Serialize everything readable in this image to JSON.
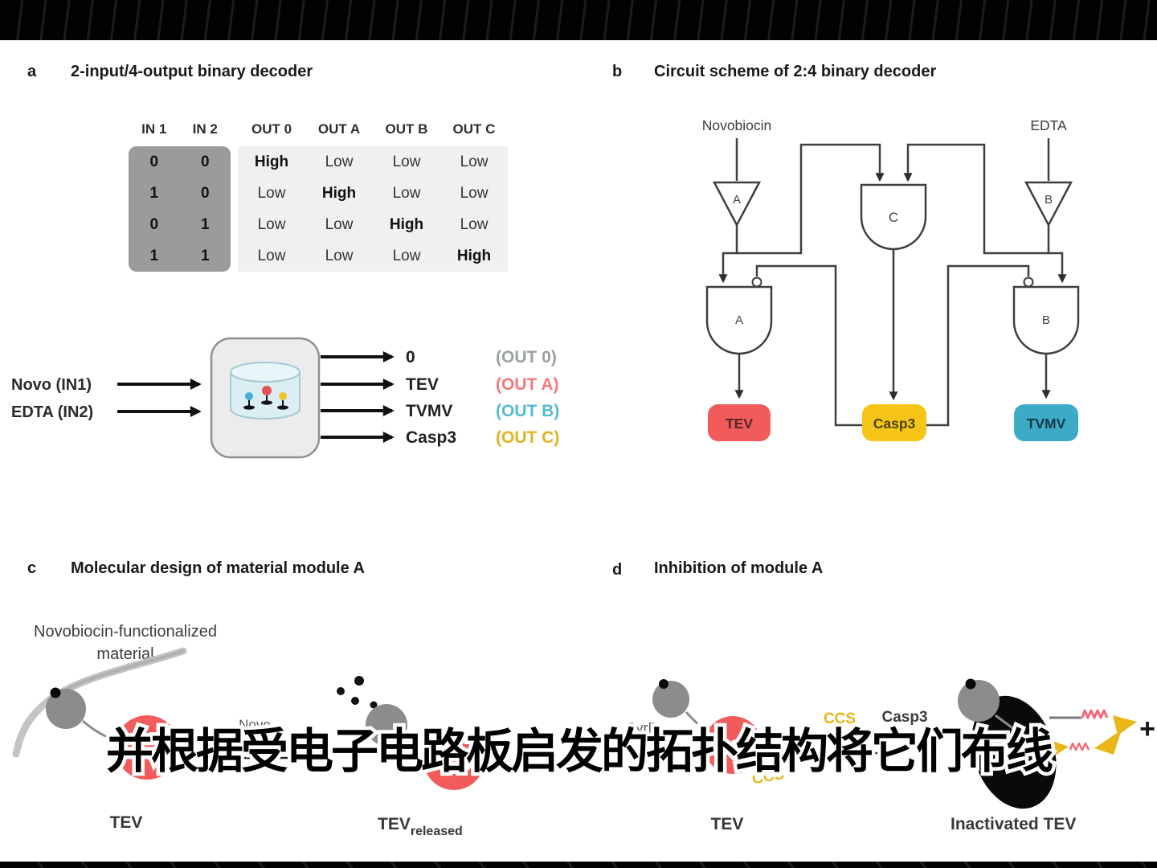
{
  "subtitle_text": "并根据受电子电路板启发的拓扑结构将它们布线",
  "colors": {
    "tev_red": "#f15b5b",
    "casp3_yellow": "#f6c517",
    "tvmv_blue": "#3dabc7",
    "out0_gray": "#9aa0a3",
    "outA_red": "#f4787d",
    "outB_blue": "#55bbd5",
    "outC_yellow": "#e0b420",
    "ccs_yellow": "#e8b616",
    "blob_gray": "#8c8c8c"
  },
  "panel_a": {
    "label": "a",
    "title": "2-input/4-output binary decoder",
    "table": {
      "headers": [
        "IN 1",
        "IN 2",
        "OUT 0",
        "OUT A",
        "OUT B",
        "OUT C"
      ],
      "rows": [
        {
          "in": [
            "0",
            "0"
          ],
          "out": [
            "High",
            "Low",
            "Low",
            "Low"
          ]
        },
        {
          "in": [
            "1",
            "0"
          ],
          "out": [
            "Low",
            "High",
            "Low",
            "Low"
          ]
        },
        {
          "in": [
            "0",
            "1"
          ],
          "out": [
            "Low",
            "Low",
            "High",
            "Low"
          ]
        },
        {
          "in": [
            "1",
            "1"
          ],
          "out": [
            "Low",
            "Low",
            "Low",
            "High"
          ]
        }
      ]
    },
    "decoder": {
      "input1": "Novo (IN1)",
      "input2": "EDTA (IN2)",
      "outputs": [
        {
          "name": "0",
          "tag": "(OUT 0)",
          "color": "#9aa0a3"
        },
        {
          "name": "TEV",
          "tag": "(OUT A)",
          "color": "#f4787d"
        },
        {
          "name": "TVMV",
          "tag": "(OUT B)",
          "color": "#55bbd5"
        },
        {
          "name": "Casp3",
          "tag": "(OUT C)",
          "color": "#e0b420"
        }
      ]
    }
  },
  "panel_b": {
    "label": "b",
    "title": "Circuit scheme of 2:4 binary decoder",
    "input_left": "Novobiocin",
    "input_right": "EDTA",
    "buffer_left": "A",
    "buffer_right": "B",
    "gate_left": "A",
    "gate_center": "C",
    "gate_right": "B",
    "out_left": {
      "name": "TEV",
      "fill": "#f15b5b",
      "text_color": "#54262a"
    },
    "out_center": {
      "name": "Casp3",
      "fill": "#f6c517",
      "text_color": "#4e430e"
    },
    "out_right": {
      "name": "TVMV",
      "fill": "#3dabc7",
      "text_color": "#11394a"
    }
  },
  "panel_c": {
    "label": "c",
    "title": "Molecular design of material module A",
    "material_label_1": "Novobiocin-functionalized",
    "material_label_2": "material",
    "novo": "Novo",
    "left_caption": "TEV",
    "right_caption_base": "TEV",
    "right_caption_sub": "released"
  },
  "panel_d": {
    "label": "d",
    "title": "Inhibition of module A",
    "gyrb": "GyrB",
    "ccs_top": "CCS",
    "casp3": "Casp3",
    "ccs_bottom": "CCS",
    "plus": "+",
    "left_caption": "TEV",
    "right_caption": "Inactivated TEV"
  }
}
